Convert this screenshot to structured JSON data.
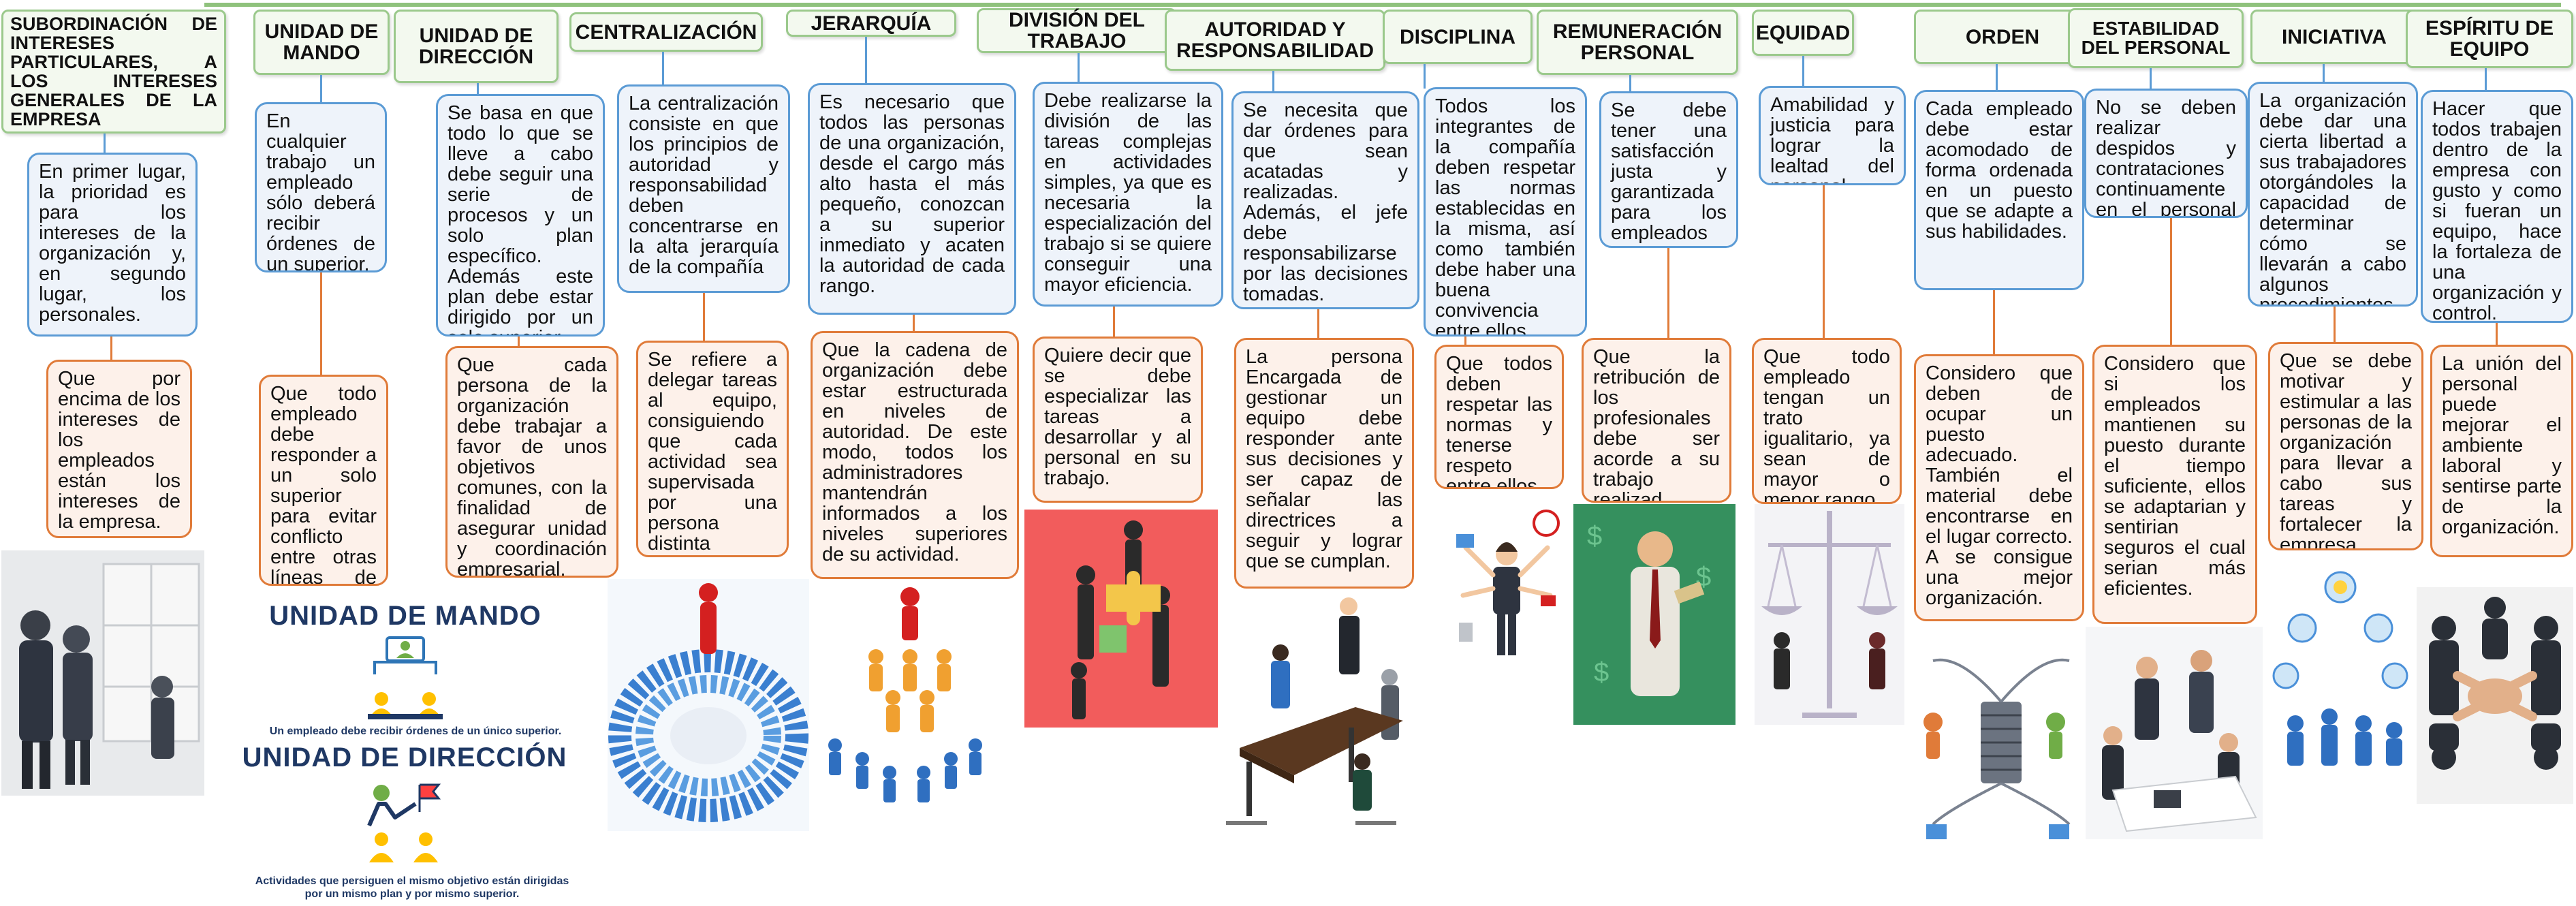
{
  "columns": [
    {
      "title": "SUBORDINACIÓN DE INTERESES PARTICULARES, A LOS INTERESES GENERALES DE LA EMPRESA",
      "blue": "En primer lugar, la prioridad es para los intereses de la organización y, en segundo lugar, los personales.",
      "orange": "Que por encima de los intereses de los empleados están los intereses de la empresa."
    },
    {
      "title": "UNIDAD DE MANDO",
      "blue": "En cualquier trabajo un empleado sólo deberá recibir órdenes de un superior.",
      "orange": "Que todo empleado debe responder a un solo superior para evitar conflicto entre otras líneas de mando."
    },
    {
      "title": "UNIDAD DE DIRECCIÓN",
      "blue": "Se basa en que todo lo que se lleve a cabo debe seguir una serie de procesos y un solo plan específico. Además este plan debe estar dirigido por un solo superior.",
      "orange": "Que cada persona de la organización debe trabajar a favor de unos objetivos comunes, con la finalidad de asegurar unidad y coordinación empresarial."
    },
    {
      "title": "CENTRALIZACIÓN",
      "blue": "La centralización consiste en que los principios de autoridad y responsabilidad deben concentrarse en la alta jerarquía de la compañía",
      "orange": "Se refiere a delegar tareas al equipo, consiguiendo que cada actividad sea supervisada por una persona distinta"
    },
    {
      "title": "JERARQUÍA",
      "blue": "Es necesario que todos las personas de una organización, desde el cargo más alto hasta el más pequeño, conozcan a su superior inmediato y acaten la autoridad de cada rango.",
      "orange": "Que la cadena de organización debe estar estructurada en niveles de autoridad. De este modo, todos los administradores mantendrán informados a los niveles superiores de su actividad."
    },
    {
      "title": "DIVISIÓN DEL TRABAJO",
      "blue": "Debe realizarse la división de las tareas complejas en actividades simples, ya que es necesaria la especialización del trabajo si se quiere conseguir una mayor eficiencia.",
      "orange": "Quiere decir que se debe especializar las tareas a desarrollar y al personal en su trabajo."
    },
    {
      "title": "AUTORIDAD Y RESPONSABILIDAD",
      "blue": "Se necesita que dar órdenes para que sean acatadas y realizadas. Además, el jefe debe responsabilizarse por las decisiones tomadas.",
      "orange": "La persona Encargada de gestionar un equipo debe responder ante sus decisiones y ser capaz de señalar las directrices a seguir y lograr que se cumplan."
    },
    {
      "title": "DISCIPLINA",
      "blue": "Todos los integrantes de la compañía deben respetar las normas establecidas en la misma, así como también debe haber una buena convivencia entre ellos.",
      "orange": "Que todos deben respetar las normas y tenerse respeto entre ellos."
    },
    {
      "title": "REMUNERACIÓN PERSONAL",
      "blue": "Se debe tener una satisfacción justa y garantizada para los empleados",
      "orange": "Que la retribución de los profesionales debe ser acorde a su trabajo realizad."
    },
    {
      "title": "EQUIDAD",
      "blue": "Amabilidad y justicia para lograr la lealtad del personal",
      "orange": "Que todo empleado tengan un trato igualitario, ya sean de mayor o menor rango."
    },
    {
      "title": "ORDEN",
      "blue": "Cada empleado debe estar acomodado de forma ordenada en un puesto que se adapte a sus habilidades.",
      "orange": "Considero que deben de ocupar un puesto adecuado. También el material debe encontrarse en el lugar correcto. A se consigue una mejor organización."
    },
    {
      "title": "ESTABILIDAD DEL PERSONAL",
      "blue": "No se deben realizar despidos y contrataciones continuamente en el personal de la organización",
      "orange": "Considero que si los empleados mantienen su puesto durante el tiempo suficiente, ellos se adaptarian y sentirian seguros el cual serian más eficientes."
    },
    {
      "title": "INICIATIVA",
      "blue": "La organización debe dar una cierta libertad a sus trabajadores otorgándoles la capacidad de determinar cómo se llevarán a cabo algunos procedimientos.",
      "orange": "Que se debe motivar y estimular a las personas de la organización para llevar a cabo sus tareas y fortalecer la empresa."
    },
    {
      "title": "ESPÍRITU DE EQUIPO",
      "blue": "Hacer que todos trabajen dentro de la empresa con gusto y como si fueran un equipo, hace la fortaleza de una organización y control.",
      "orange": "La unión del personal puede mejorar el ambiente laboral y sentirse parte de la organización."
    }
  ],
  "infographic": {
    "mando_title": "UNIDAD DE MANDO",
    "mando_caption": "Un empleado debe recibir órdenes de un único superior.",
    "direccion_title": "UNIDAD DE DIRECCIÓN",
    "direccion_caption": "Actividades que persiguen el mismo objetivo están dirigidas por un mismo plan y por mismo superior."
  },
  "colors": {
    "title_border": "#9bc98c",
    "blue_border": "#5b9bd5",
    "orange_border": "#e07b39",
    "infographic_text": "#1f3864"
  }
}
